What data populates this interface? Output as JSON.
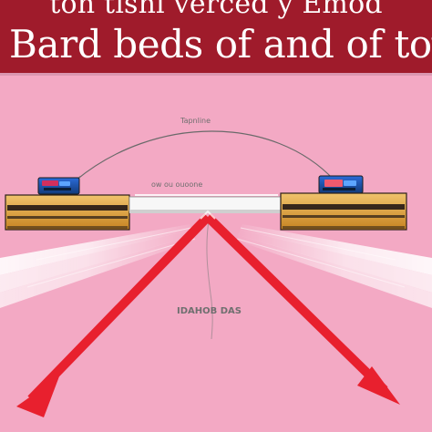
{
  "banner": {
    "top_text": "ton tisnl verced y Emod",
    "title": "Bard beds of and of toyeer"
  },
  "diagram": {
    "arc_label": "Tapnline",
    "beam_label": "ow ou ouoone",
    "center_label": "IDAHOB DAS"
  },
  "colors": {
    "background": "#f3a9c4",
    "banner": "#9f1b2b",
    "arrow": "#e8202e",
    "beam_gold": "#d8a13c",
    "beam_dark": "#2c2018",
    "beam_white": "#f7f7f7"
  }
}
